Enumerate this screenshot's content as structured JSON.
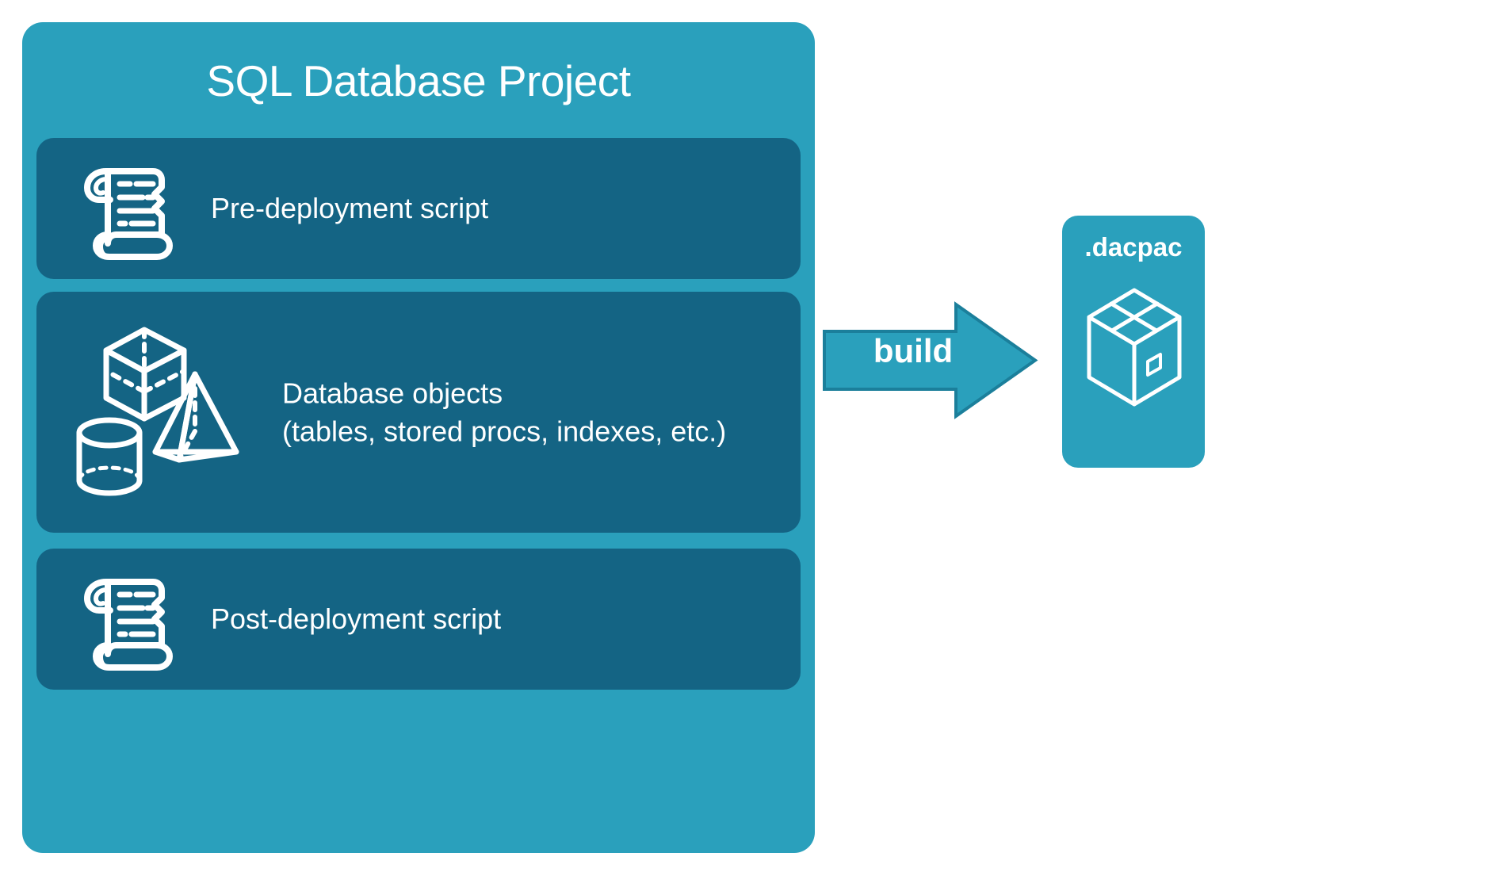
{
  "diagram": {
    "title": "SQL Database Project",
    "background": "#ffffff",
    "colors": {
      "card_teal": "#2AA0BC",
      "row_dark_teal": "#146484",
      "arrow_fill": "#2AA0BC",
      "arrow_stroke": "#1B7F9B",
      "icon_white": "#ffffff",
      "text_white": "#ffffff"
    }
  },
  "project": {
    "title": "SQL Database Project",
    "rows": [
      {
        "id": "pre-deployment",
        "label": "Pre-deployment script",
        "icon": "scroll-icon"
      },
      {
        "id": "database-objects",
        "label_line1": "Database objects",
        "label_line2": "(tables, stored procs, indexes, etc.)",
        "icons": [
          "cube-icon",
          "pyramid-icon",
          "cylinder-icon"
        ]
      },
      {
        "id": "post-deployment",
        "label": "Post-deployment script",
        "icon": "scroll-icon"
      }
    ]
  },
  "build": {
    "label": "build",
    "icon": "arrow-right-icon"
  },
  "output": {
    "title": ".dacpac",
    "icon": "package-box-icon"
  }
}
